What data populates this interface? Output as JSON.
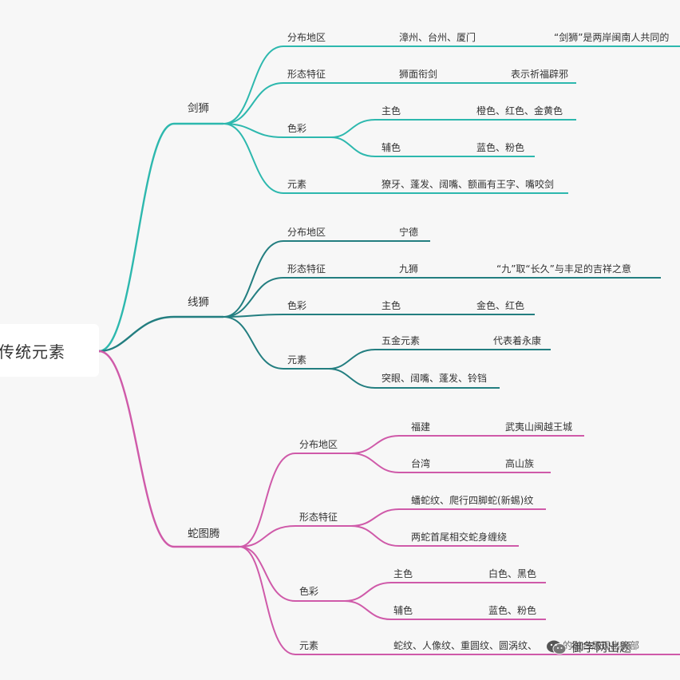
{
  "root": "传统元素",
  "colors": {
    "jian": "#2db8ae",
    "xian": "#237e80",
    "she": "#cf5aa9"
  },
  "branches": {
    "jian": {
      "label": "剑狮",
      "dist": {
        "label": "分布地区",
        "value": "漳州、台州、厦门",
        "note": "“剑狮”是两岸闽南人共同的"
      },
      "form": {
        "label": "形态特征",
        "value": "狮面衔剑",
        "note": "表示祈福辟邪"
      },
      "color": {
        "label": "色彩",
        "main": "主色",
        "main_value": "橙色、红色、金黄色",
        "aux": "辅色",
        "aux_value": "蓝色、粉色"
      },
      "elem": {
        "label": "元素",
        "value": "獠牙、蓬发、阔嘴、额画有王字、嘴咬剑"
      }
    },
    "xian": {
      "label": "线狮",
      "dist": {
        "label": "分布地区",
        "value": "宁德"
      },
      "form": {
        "label": "形态特征",
        "value": "九狮",
        "note": "“九”取“长久”与丰足的吉祥之意"
      },
      "color": {
        "label": "色彩",
        "main": "主色",
        "main_value": "金色、红色"
      },
      "elem": {
        "label": "元素",
        "value1": "五金元素",
        "note1": "代表着永康",
        "value2": "突眼、阔嘴、蓬发、铃铛"
      }
    },
    "she": {
      "label": "蛇图腾",
      "dist": {
        "label": "分布地区",
        "v1": "福建",
        "n1": "武夷山闽越王城",
        "v2": "台湾",
        "n2": "高山族"
      },
      "form": {
        "label": "形态特征",
        "v1": "蟠蛇纹、爬行四脚蛇(新蜴)纹",
        "v2": "两蛇首尾相交蛇身缠绕"
      },
      "color": {
        "label": "色彩",
        "main": "主色",
        "main_value": "白色、黑色",
        "aux": "辅色",
        "aux_value": "蓝色、粉色"
      },
      "elem": {
        "label": "元素",
        "value": "蛇纹、人像纹、重圆纹、圆涡纹、"
      }
    }
  },
  "watermark": {
    "text": "御字网出题",
    "overlay": "的融合展现出头部"
  }
}
